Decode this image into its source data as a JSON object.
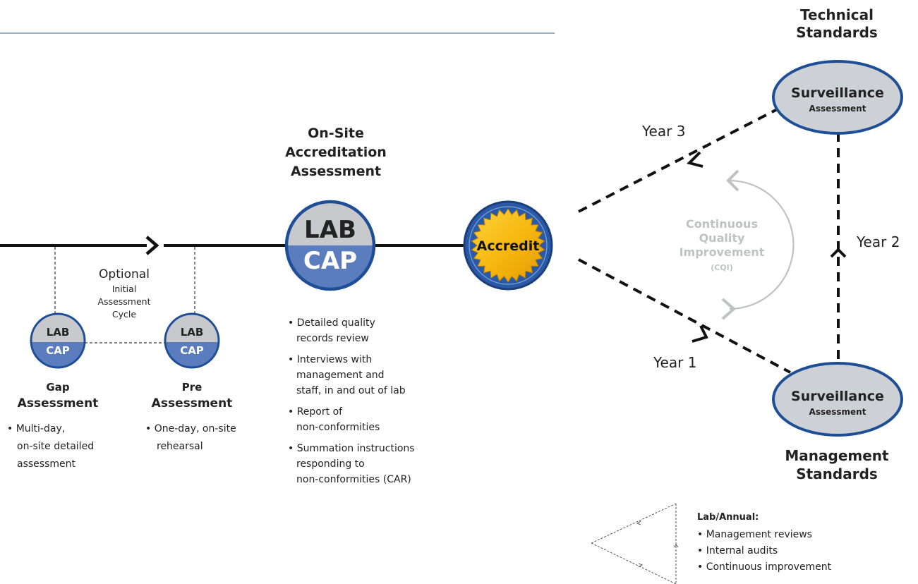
{
  "gap": {
    "badge_top": "LAB",
    "badge_bottom": "CAP",
    "title_line1": "Gap",
    "title_line2": "Assessment",
    "bullet_line1": "• Multi-day,",
    "bullet_line2": "on-site detailed",
    "bullet_line3": "assessment"
  },
  "optional": {
    "line1": "Optional",
    "line2": "Initial",
    "line3": "Assessment",
    "line4": "Cycle"
  },
  "pre": {
    "badge_top": "LAB",
    "badge_bottom": "CAP",
    "title_line1": "Pre",
    "title_line2": "Assessment",
    "bullet_line1": "• One-day, on-site",
    "bullet_line2": "rehearsal"
  },
  "onsite": {
    "title_line1": "On-Site",
    "title_line2": "Accreditation",
    "title_line3": "Assessment",
    "badge_top": "LAB",
    "badge_bottom": "CAP",
    "bullets": [
      "• Detailed quality",
      "records review",
      "• Interviews with",
      "management and",
      "staff, in and out of lab",
      "• Report of",
      "non-conformities",
      "• Summation instructions",
      "responding to",
      "non-conformities (CAR)"
    ]
  },
  "accredit": {
    "label": "Accredit"
  },
  "cycle": {
    "cqi_line1": "Continuous",
    "cqi_line2": "Quality",
    "cqi_line3": "Improvement",
    "cqi_line4": "(CQI)",
    "year1": "Year 1",
    "year2": "Year 2",
    "year3": "Year 3"
  },
  "surveillance_top": {
    "header_line1": "Technical",
    "header_line2": "Standards",
    "label": "Surveillance",
    "sublabel": "Assessment"
  },
  "surveillance_bottom": {
    "label": "Surveillance",
    "sublabel": "Assessment",
    "footer_line1": "Management",
    "footer_line2": "Standards"
  },
  "annual": {
    "heading": "Lab/Annual:",
    "items": [
      "• Management reviews",
      "• Internal audits",
      "• Continuous improvement"
    ]
  },
  "colors": {
    "navy": "#1e4f96",
    "badge_blue": "#5b7dbd",
    "badge_gray": "#c7c9cc",
    "gold": "#f5b60d",
    "surveillance_fill": "#cdd0d4",
    "cqi_gray": "#bfc1c3",
    "rule_blue": "#5e82a6"
  }
}
